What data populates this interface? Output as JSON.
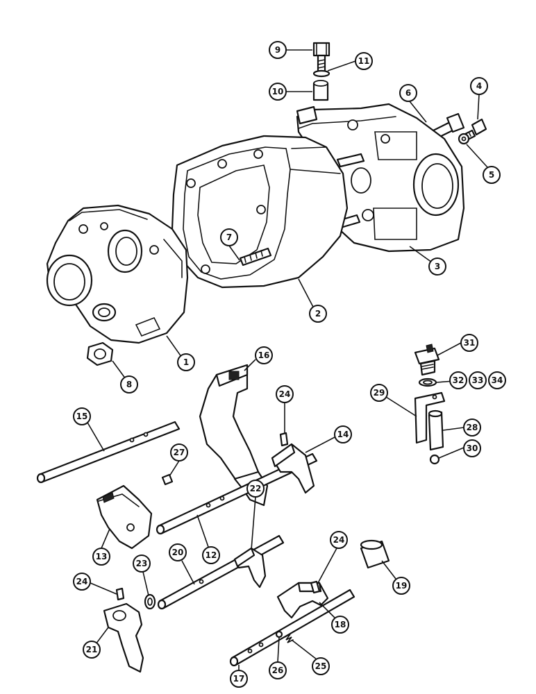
{
  "callouts": [
    {
      "id": "c9",
      "label": "9"
    },
    {
      "id": "c11",
      "label": "11"
    },
    {
      "id": "c10",
      "label": "10"
    },
    {
      "id": "c6",
      "label": "6"
    },
    {
      "id": "c4",
      "label": "4"
    },
    {
      "id": "c5",
      "label": "5"
    },
    {
      "id": "c7",
      "label": "7"
    },
    {
      "id": "c3",
      "label": "3"
    },
    {
      "id": "c2",
      "label": "2"
    },
    {
      "id": "c1",
      "label": "1"
    },
    {
      "id": "c8",
      "label": "8"
    },
    {
      "id": "c16",
      "label": "16"
    },
    {
      "id": "c31",
      "label": "31"
    },
    {
      "id": "c32",
      "label": "32"
    },
    {
      "id": "c33",
      "label": "33"
    },
    {
      "id": "c34",
      "label": "34"
    },
    {
      "id": "c29",
      "label": "29"
    },
    {
      "id": "c24a",
      "label": "24"
    },
    {
      "id": "c15",
      "label": "15"
    },
    {
      "id": "c14",
      "label": "14"
    },
    {
      "id": "c28",
      "label": "28"
    },
    {
      "id": "c30",
      "label": "30"
    },
    {
      "id": "c27",
      "label": "27"
    },
    {
      "id": "c12",
      "label": "12"
    },
    {
      "id": "c13",
      "label": "13"
    },
    {
      "id": "c22",
      "label": "22"
    },
    {
      "id": "c24b",
      "label": "24"
    },
    {
      "id": "c20",
      "label": "20"
    },
    {
      "id": "c23",
      "label": "23"
    },
    {
      "id": "c19",
      "label": "19"
    },
    {
      "id": "c24c",
      "label": "24"
    },
    {
      "id": "c18",
      "label": "18"
    },
    {
      "id": "c21",
      "label": "21"
    },
    {
      "id": "c17",
      "label": "17"
    },
    {
      "id": "c26",
      "label": "26"
    },
    {
      "id": "c25",
      "label": "25"
    }
  ]
}
